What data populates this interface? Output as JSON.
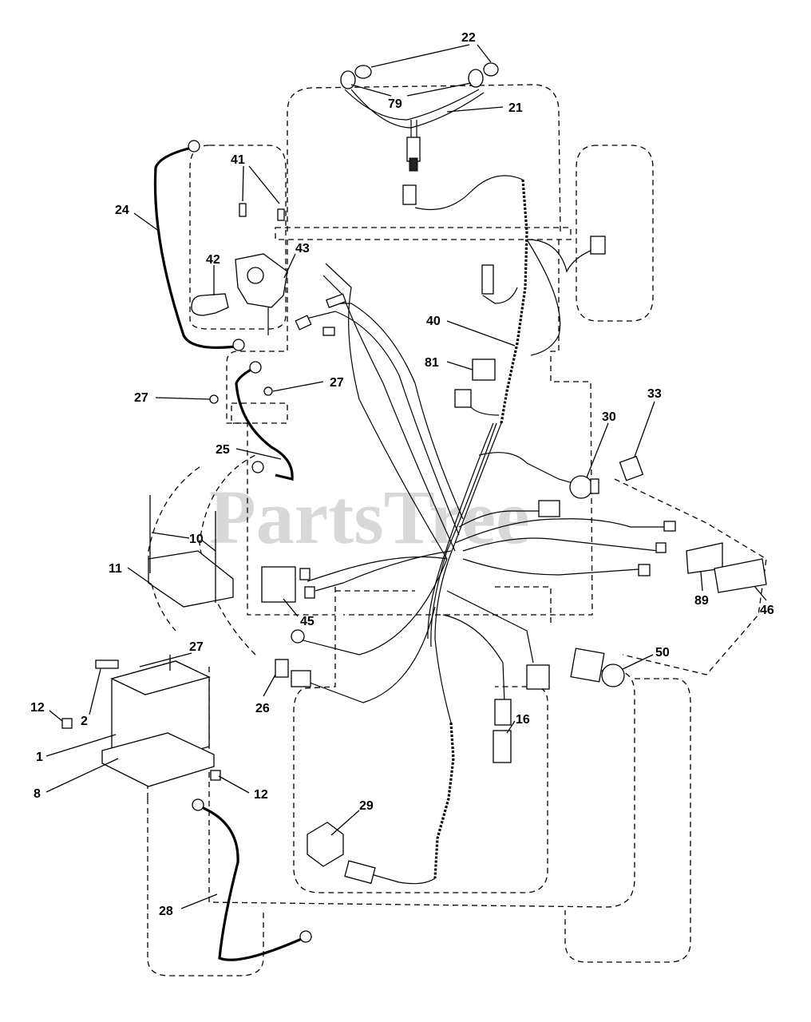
{
  "watermark": "PartsTree",
  "callouts": [
    {
      "id": "c22",
      "text": "22"
    },
    {
      "id": "c79",
      "text": "79"
    },
    {
      "id": "c21",
      "text": "21"
    },
    {
      "id": "c41",
      "text": "41"
    },
    {
      "id": "c24",
      "text": "24"
    },
    {
      "id": "c42",
      "text": "42"
    },
    {
      "id": "c43",
      "text": "43"
    },
    {
      "id": "c40",
      "text": "40"
    },
    {
      "id": "c81",
      "text": "81"
    },
    {
      "id": "c27a",
      "text": "27"
    },
    {
      "id": "c27b",
      "text": "27"
    },
    {
      "id": "c33",
      "text": "33"
    },
    {
      "id": "c30",
      "text": "30"
    },
    {
      "id": "c25",
      "text": "25"
    },
    {
      "id": "c10",
      "text": "10"
    },
    {
      "id": "c11",
      "text": "11"
    },
    {
      "id": "c45",
      "text": "45"
    },
    {
      "id": "c89",
      "text": "89"
    },
    {
      "id": "c46",
      "text": "46"
    },
    {
      "id": "c27c",
      "text": "27"
    },
    {
      "id": "c50",
      "text": "50"
    },
    {
      "id": "c12a",
      "text": "12"
    },
    {
      "id": "c2",
      "text": "2"
    },
    {
      "id": "c26",
      "text": "26"
    },
    {
      "id": "c16",
      "text": "16"
    },
    {
      "id": "c1",
      "text": "1"
    },
    {
      "id": "c8",
      "text": "8"
    },
    {
      "id": "c12b",
      "text": "12"
    },
    {
      "id": "c29",
      "text": "29"
    },
    {
      "id": "c28",
      "text": "28"
    }
  ]
}
